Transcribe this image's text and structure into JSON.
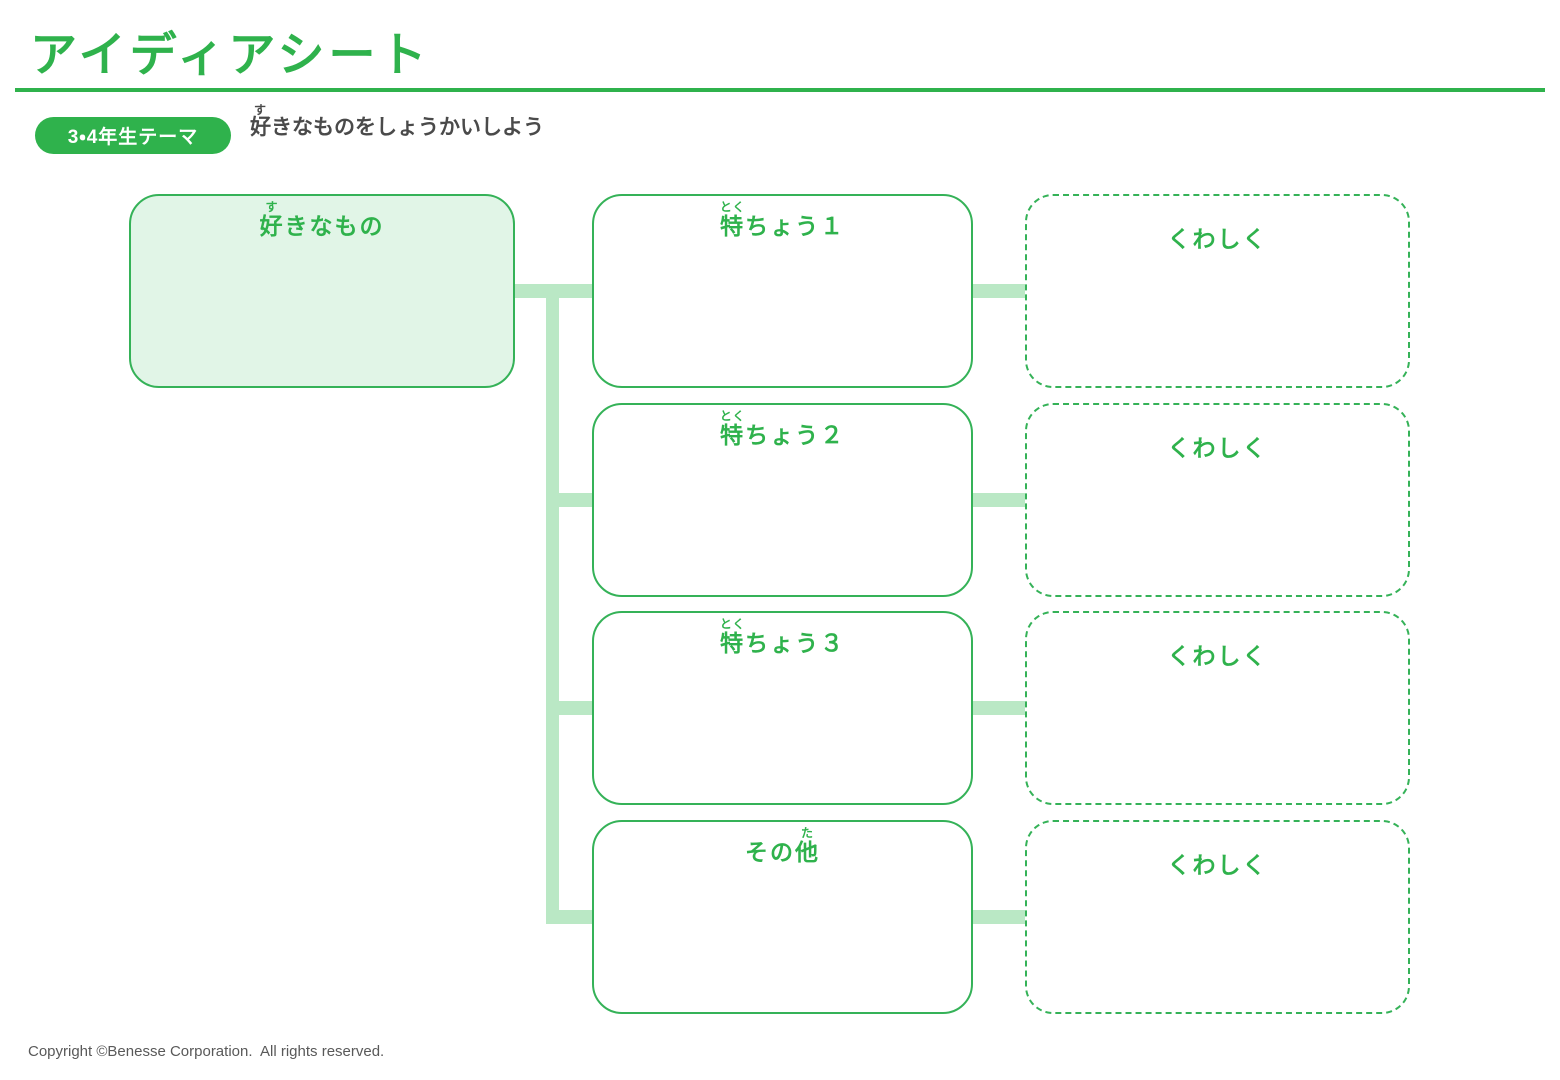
{
  "header": {
    "title": "アイディアシート",
    "badge": "3・4年生テーマ",
    "theme": {
      "ruby_base": "好",
      "furigana": "す",
      "text_post": "きなものをしょうかいしよう"
    }
  },
  "diagram": {
    "root": {
      "label_pre": "",
      "label_base": "好",
      "furigana": "す",
      "label_post": "きなもの"
    },
    "branches": [
      {
        "label_pre": "",
        "label_base": "特",
        "furigana": "とく",
        "label_post": "ちょう１",
        "detail": "くわしく"
      },
      {
        "label_pre": "",
        "label_base": "特",
        "furigana": "とく",
        "label_post": "ちょう２",
        "detail": "くわしく"
      },
      {
        "label_pre": "",
        "label_base": "特",
        "furigana": "とく",
        "label_post": "ちょう３",
        "detail": "くわしく"
      },
      {
        "label_pre": "その",
        "label_base": "他",
        "furigana": "た",
        "label_post": "",
        "detail": "くわしく"
      }
    ]
  },
  "footer": {
    "copyright": "Copyright ©Benesse Corporation.  All rights reserved."
  },
  "colors": {
    "accent_green": "#2fb24c",
    "box_border_green": "#35b258",
    "root_fill_green": "#e1f5e7",
    "connector_green": "#bae8c5",
    "text_dark": "#4a4a4a",
    "copyright_gray": "#595959"
  }
}
